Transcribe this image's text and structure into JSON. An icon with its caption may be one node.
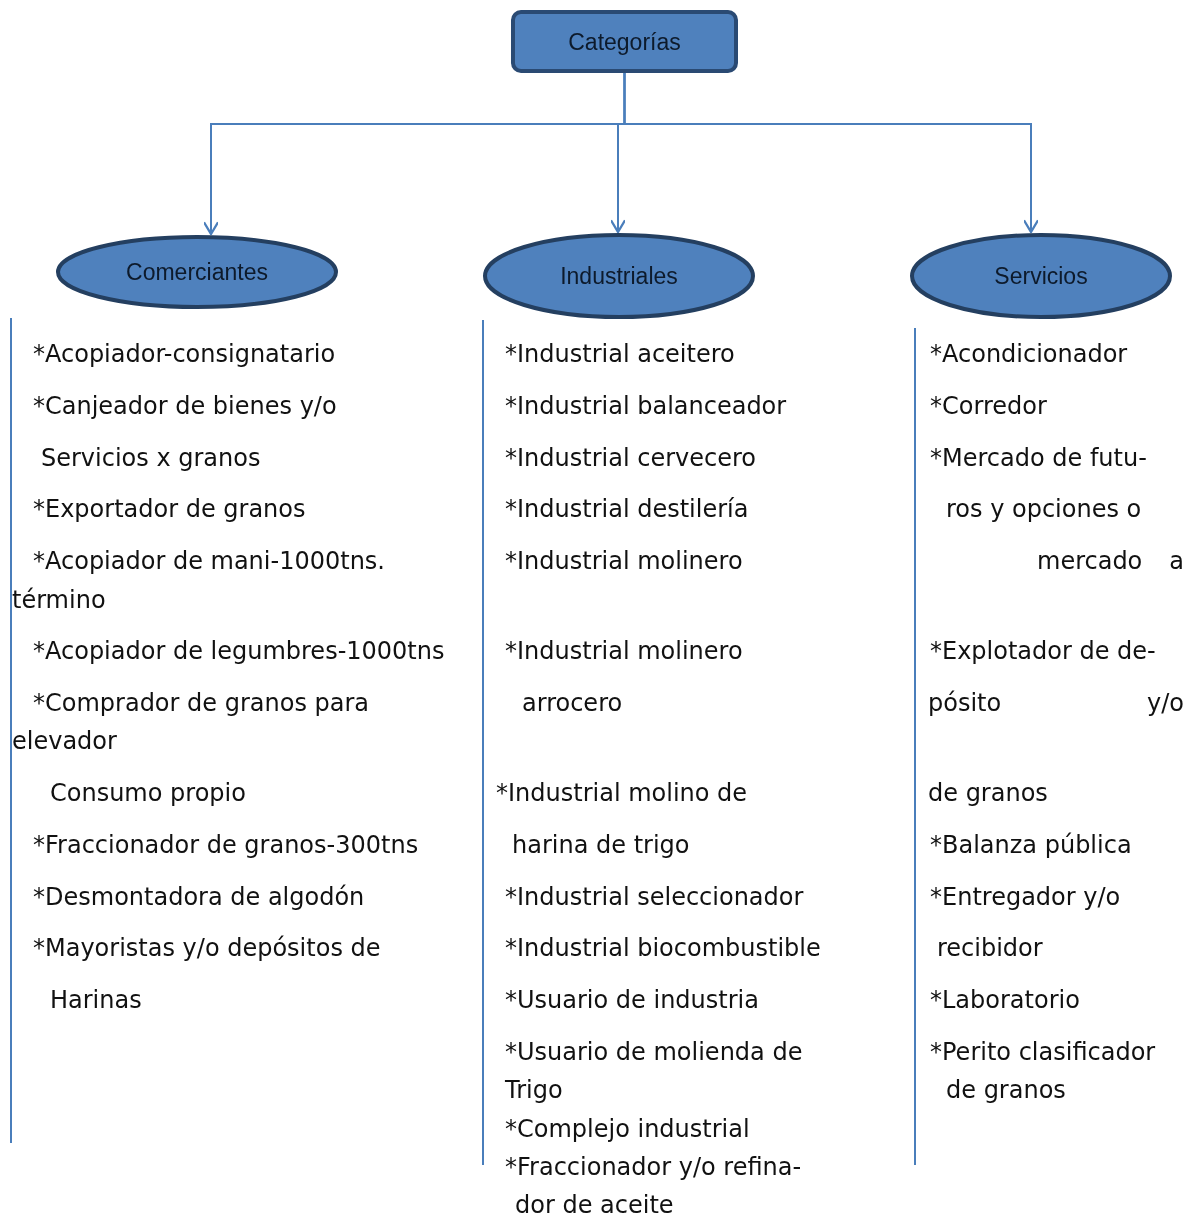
{
  "diagram": {
    "nodes": [
      {
        "text": [
          "Categorías"
        ]
      },
      {
        "text": [
          "Comerciantes"
        ],
        "beside": [
          "*Acopiador-consignatario",
          "*Canjeador de bienes y/o",
          "Servicios x granos",
          "*Exportador de granos",
          "*Acopiador de mani-1000tns.",
          "*Acopiador de legumbres-1000tns",
          "*Comprador de granos para",
          "Consumo propio",
          "*Fraccionador de granos-300tns",
          "*Desmontadora de algodón",
          "*Mayoristas y/o depósitos de",
          "Harinas"
        ]
      },
      {
        "text": [
          "Industriales"
        ],
        "beside": [
          "*Industrial aceitero",
          "*Industrial balanceador",
          "*Industrial cervecero",
          "*Industrial destilería",
          "*Industrial  molinero",
          "*Industrial molinero",
          "arrocero",
          "*Industrial molino de",
          "harina de trigo",
          "*Industrial seleccionador",
          "*Industrial biocombustible",
          "*Usuario de industria",
          "*Usuario de molienda de",
          "Trigo",
          "*Complejo industrial",
          "*Fraccionador y/o refina-",
          "dor de aceite"
        ]
      },
      {
        "text": [
          "Servicios"
        ],
        "beside": [
          "*Acondicionador",
          "*Corredor",
          "*Mercado de futu-",
          "ros y opciones o",
          "mercado a",
          "*Explotador de de-",
          "pósito y/o",
          "de granos",
          "*Balanza pública",
          "*Entregador y/o",
          "recibidor",
          "*Laboratorio",
          "*Perito clasificador",
          "de granos"
        ]
      }
    ],
    "edges": [
      {
        "from": 0,
        "to": 1,
        "arrow": "to"
      },
      {
        "from": 0,
        "to": 2,
        "arrow": "to"
      },
      {
        "from": 0,
        "to": 3,
        "arrow": "to"
      }
    ],
    "labels": [
      "término",
      "elevador"
    ]
  }
}
